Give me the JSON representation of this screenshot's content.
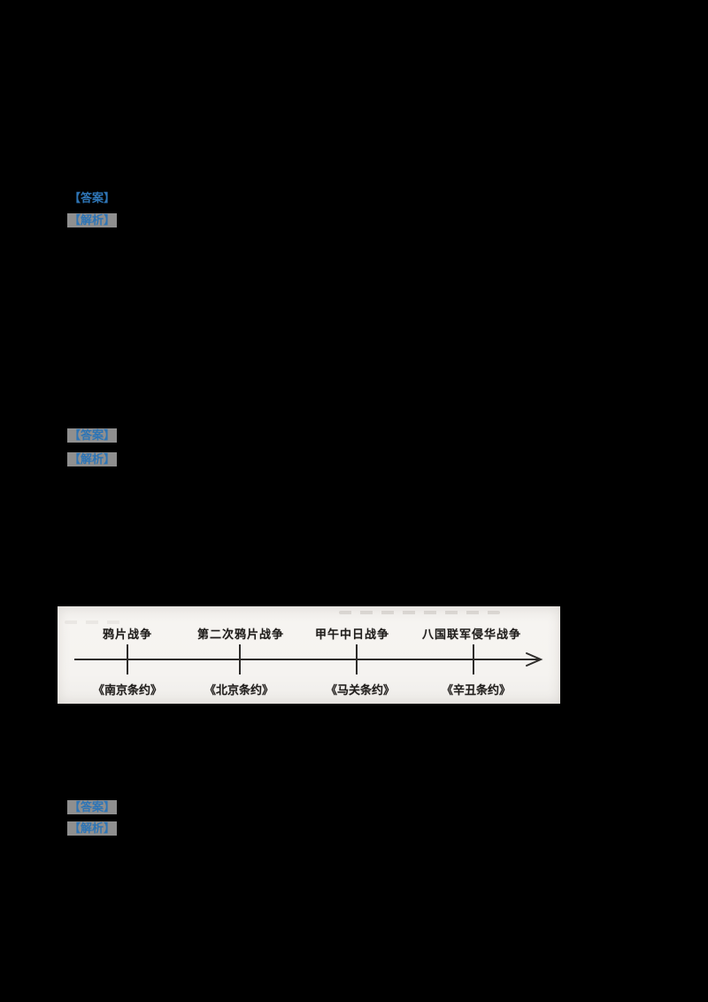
{
  "document": {
    "background_color": "#000000",
    "accent_blue": "#2e75b6",
    "highlight_gray": "#8f8f8f",
    "blocks": [
      {
        "answer_label": "【答案】",
        "analysis_label": "【解析】"
      },
      {
        "answer_label": "【答案】",
        "analysis_label": "【解析】"
      },
      {
        "answer_label": "【答案】",
        "analysis_label": "【解析】"
      }
    ],
    "figure": {
      "type": "timeline-diagram",
      "paper_color": "#f4f2ef",
      "ink_color": "#2e2c2a",
      "events": [
        {
          "war": "鸦片战争",
          "treaty": "《南京条约》"
        },
        {
          "war": "第二次鸦片战争",
          "treaty": "《北京条约》"
        },
        {
          "war": "甲午中日战争",
          "treaty": "《马关条约》"
        },
        {
          "war": "八国联军侵华战争",
          "treaty": "《辛丑条约》"
        }
      ]
    }
  }
}
